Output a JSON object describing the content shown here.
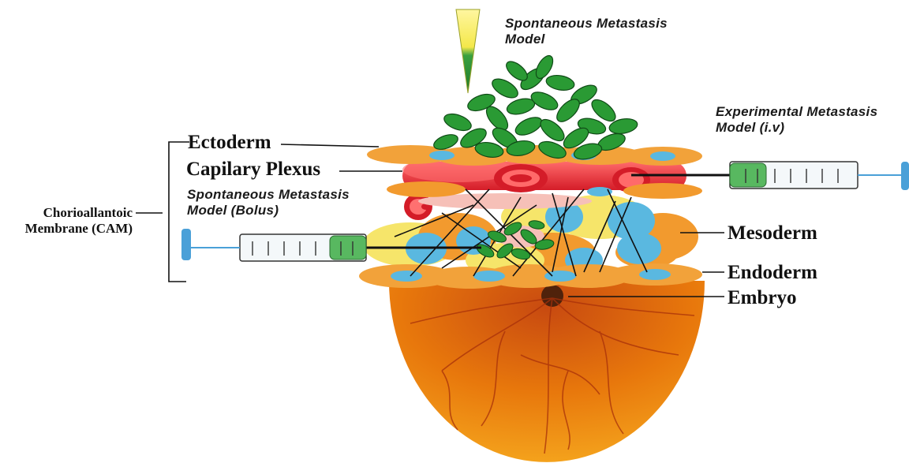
{
  "labels": {
    "spontaneous_top": [
      "Spontaneous Metastasis",
      "Model"
    ],
    "experimental": [
      "Experimental Metastasis",
      "Model (i.v)"
    ],
    "spontaneous_bolus": [
      "Spontaneous Metastasis",
      "Model (Bolus)"
    ],
    "cam": [
      "Chorioallantoic",
      "Membrane (CAM)"
    ],
    "ectoderm": "Ectoderm",
    "capillary": "Capilary Plexus",
    "mesoderm": "Mesoderm",
    "endoderm": "Endoderm",
    "embryo": "Embryo"
  },
  "colors": {
    "tumor": "#1f8a2a",
    "vessel": "#e0242f",
    "cell_orange": "#f2a23a",
    "nucleus": "#5ab8e0",
    "embryo": "#f08a0a"
  }
}
